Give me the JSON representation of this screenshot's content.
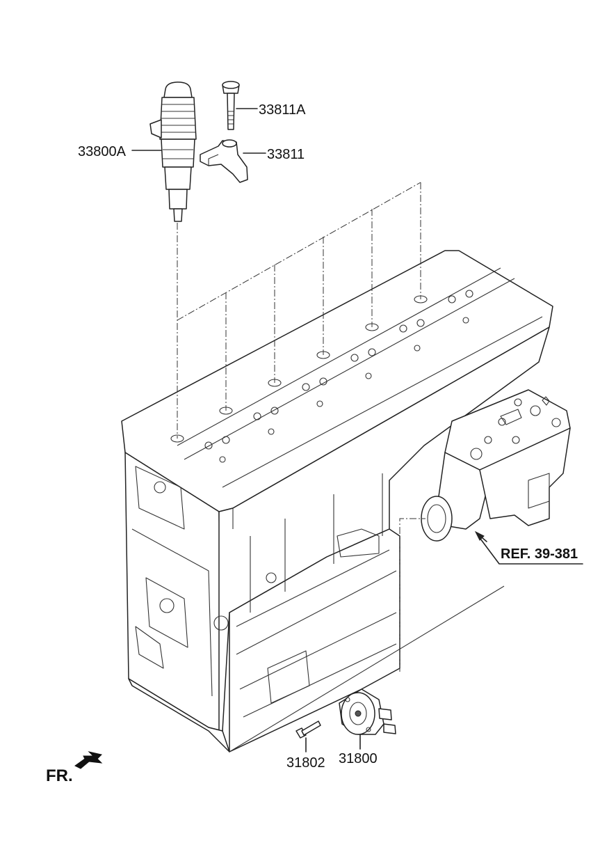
{
  "parts": {
    "injector": "33800A",
    "bolt": "33811A",
    "clamp": "33811",
    "compressor_ref": "REF. 39-381",
    "pump_bolt": "31802",
    "pump": "31800"
  },
  "front_indicator": "FR."
}
